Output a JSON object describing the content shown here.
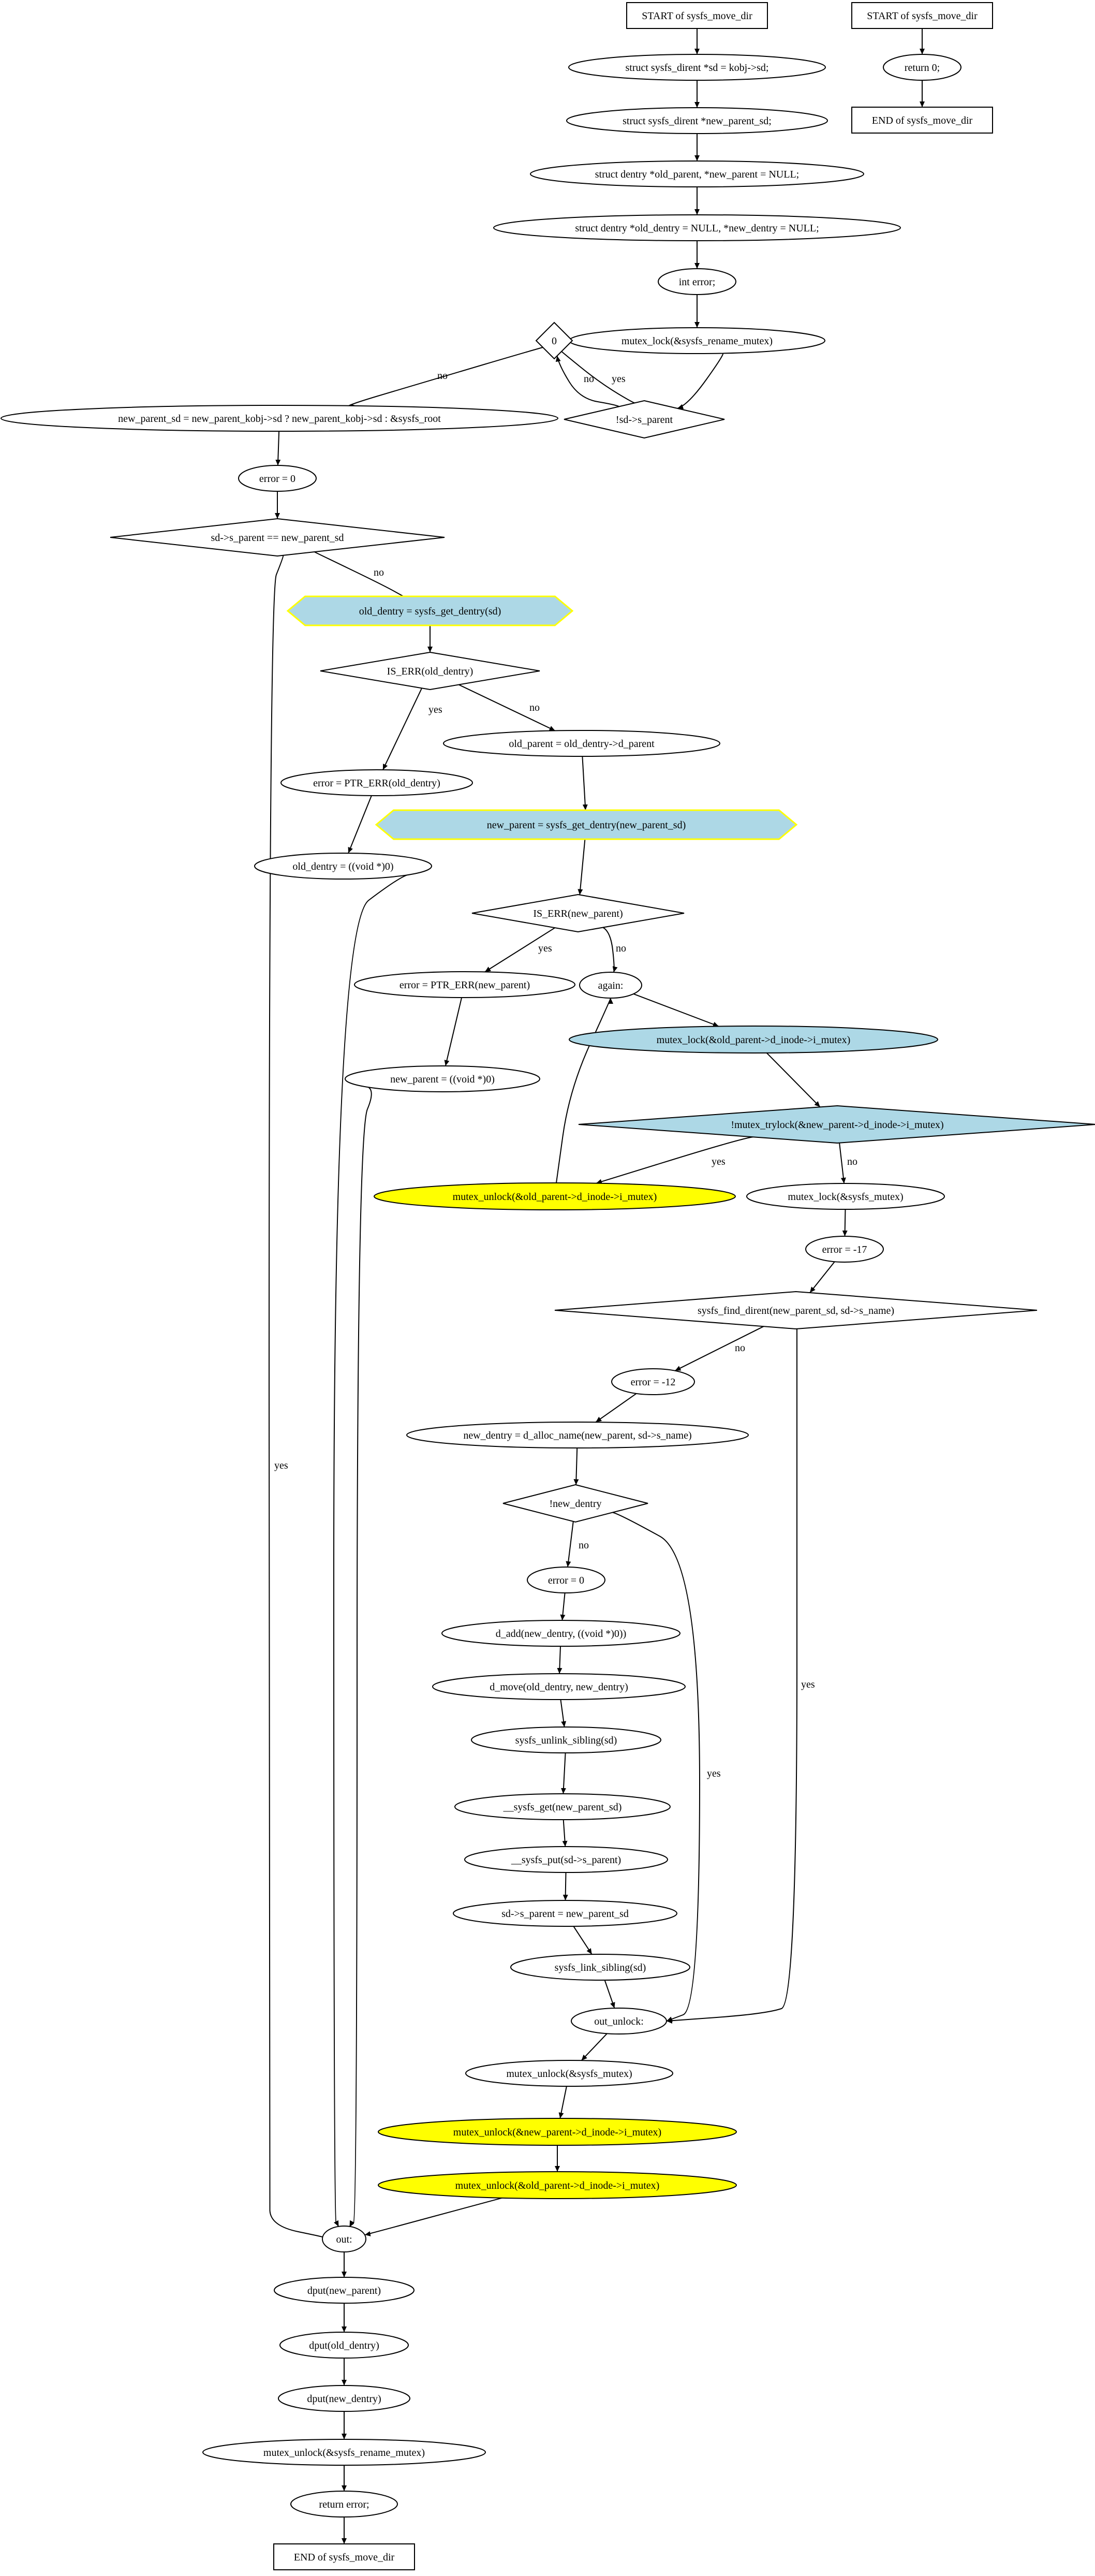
{
  "colors": {
    "plain_fill": "#ffffff",
    "blue_fill": "#add8e6",
    "yellow_fill": "#ffff00",
    "hexagon_outline": "#ffff00",
    "line": "#000000"
  },
  "nodes": [
    {
      "id": "start_main",
      "label": "START of sysfs_move_dir",
      "shape": "box",
      "fill": "white"
    },
    {
      "id": "start_alt",
      "label": "START of sysfs_move_dir",
      "shape": "box",
      "fill": "white"
    },
    {
      "id": "return0",
      "label": "return 0;",
      "shape": "ellipse",
      "fill": "white"
    },
    {
      "id": "end_alt",
      "label": "END of sysfs_move_dir",
      "shape": "box",
      "fill": "white"
    },
    {
      "id": "n_sd",
      "label": "struct sysfs_dirent *sd = kobj->sd;",
      "shape": "ellipse",
      "fill": "white"
    },
    {
      "id": "n_newparent_sd",
      "label": "struct sysfs_dirent *new_parent_sd;",
      "shape": "ellipse",
      "fill": "white"
    },
    {
      "id": "n_dentry_parent",
      "label": "struct dentry *old_parent, *new_parent = NULL;",
      "shape": "ellipse",
      "fill": "white"
    },
    {
      "id": "n_dentry_old",
      "label": "struct dentry *old_dentry = NULL, *new_dentry = NULL;",
      "shape": "ellipse",
      "fill": "white"
    },
    {
      "id": "n_interror",
      "label": "int error;",
      "shape": "ellipse",
      "fill": "white"
    },
    {
      "id": "n_mutex_rename",
      "label": "mutex_lock(&sysfs_rename_mutex)",
      "shape": "ellipse",
      "fill": "white"
    },
    {
      "id": "d_zero",
      "label": "0",
      "shape": "diamond",
      "fill": "white"
    },
    {
      "id": "d_sparent",
      "label": "!sd->s_parent",
      "shape": "diamond",
      "fill": "white"
    },
    {
      "id": "n_newparent_assign",
      "label": "new_parent_sd = new_parent_kobj->sd ? new_parent_kobj->sd : &sysfs_root",
      "shape": "ellipse",
      "fill": "white"
    },
    {
      "id": "n_error0a",
      "label": "error = 0",
      "shape": "ellipse",
      "fill": "white"
    },
    {
      "id": "d_same_parent",
      "label": "sd->s_parent == new_parent_sd",
      "shape": "diamond",
      "fill": "white"
    },
    {
      "id": "h_old_dentry",
      "label": "old_dentry = sysfs_get_dentry(sd)",
      "shape": "hexagon",
      "fill": "blue"
    },
    {
      "id": "d_iserr_old",
      "label": "IS_ERR(old_dentry)",
      "shape": "diamond",
      "fill": "white"
    },
    {
      "id": "n_old_parent",
      "label": "old_parent = old_dentry->d_parent",
      "shape": "ellipse",
      "fill": "white"
    },
    {
      "id": "n_ptrerr_old",
      "label": "error = PTR_ERR(old_dentry)",
      "shape": "ellipse",
      "fill": "white"
    },
    {
      "id": "h_new_parent",
      "label": "new_parent = sysfs_get_dentry(new_parent_sd)",
      "shape": "hexagon",
      "fill": "blue"
    },
    {
      "id": "n_old_void",
      "label": "old_dentry = ((void *)0)",
      "shape": "ellipse",
      "fill": "white"
    },
    {
      "id": "d_iserr_new",
      "label": "IS_ERR(new_parent)",
      "shape": "diamond",
      "fill": "white"
    },
    {
      "id": "n_ptrerr_new",
      "label": "error = PTR_ERR(new_parent)",
      "shape": "ellipse",
      "fill": "white"
    },
    {
      "id": "n_again",
      "label": "again:",
      "shape": "ellipse",
      "fill": "white"
    },
    {
      "id": "n_mutex_old",
      "label": "mutex_lock(&old_parent->d_inode->i_mutex)",
      "shape": "ellipse",
      "fill": "blue"
    },
    {
      "id": "n_new_void",
      "label": "new_parent = ((void *)0)",
      "shape": "ellipse",
      "fill": "white"
    },
    {
      "id": "d_trylock",
      "label": "!mutex_trylock(&new_parent->d_inode->i_mutex)",
      "shape": "diamond",
      "fill": "blue"
    },
    {
      "id": "n_unlock_old_a",
      "label": "mutex_unlock(&old_parent->d_inode->i_mutex)",
      "shape": "ellipse",
      "fill": "yellow"
    },
    {
      "id": "n_mutex_sysfs",
      "label": "mutex_lock(&sysfs_mutex)",
      "shape": "ellipse",
      "fill": "white"
    },
    {
      "id": "n_error17",
      "label": "error = -17",
      "shape": "ellipse",
      "fill": "white"
    },
    {
      "id": "d_find_dirent",
      "label": "sysfs_find_dirent(new_parent_sd, sd->s_name)",
      "shape": "diamond",
      "fill": "white"
    },
    {
      "id": "n_error12",
      "label": "error = -12",
      "shape": "ellipse",
      "fill": "white"
    },
    {
      "id": "n_d_alloc",
      "label": "new_dentry = d_alloc_name(new_parent, sd->s_name)",
      "shape": "ellipse",
      "fill": "white"
    },
    {
      "id": "d_new_dentry",
      "label": "!new_dentry",
      "shape": "diamond",
      "fill": "white"
    },
    {
      "id": "n_error0b",
      "label": "error = 0",
      "shape": "ellipse",
      "fill": "white"
    },
    {
      "id": "n_d_add",
      "label": "d_add(new_dentry, ((void *)0))",
      "shape": "ellipse",
      "fill": "white"
    },
    {
      "id": "n_d_move",
      "label": "d_move(old_dentry, new_dentry)",
      "shape": "ellipse",
      "fill": "white"
    },
    {
      "id": "n_unlink_sibling",
      "label": "sysfs_unlink_sibling(sd)",
      "shape": "ellipse",
      "fill": "white"
    },
    {
      "id": "n_sysfs_get",
      "label": "__sysfs_get(new_parent_sd)",
      "shape": "ellipse",
      "fill": "white"
    },
    {
      "id": "n_sysfs_put",
      "label": "__sysfs_put(sd->s_parent)",
      "shape": "ellipse",
      "fill": "white"
    },
    {
      "id": "n_assign_parent",
      "label": "sd->s_parent = new_parent_sd",
      "shape": "ellipse",
      "fill": "white"
    },
    {
      "id": "n_link_sibling",
      "label": "sysfs_link_sibling(sd)",
      "shape": "ellipse",
      "fill": "white"
    },
    {
      "id": "n_out_unlock",
      "label": "out_unlock:",
      "shape": "ellipse",
      "fill": "white"
    },
    {
      "id": "n_unlock_sysfs",
      "label": "mutex_unlock(&sysfs_mutex)",
      "shape": "ellipse",
      "fill": "white"
    },
    {
      "id": "n_unlock_new",
      "label": "mutex_unlock(&new_parent->d_inode->i_mutex)",
      "shape": "ellipse",
      "fill": "yellow"
    },
    {
      "id": "n_unlock_old_b",
      "label": "mutex_unlock(&old_parent->d_inode->i_mutex)",
      "shape": "ellipse",
      "fill": "yellow"
    },
    {
      "id": "n_out",
      "label": "out:",
      "shape": "ellipse",
      "fill": "white"
    },
    {
      "id": "n_dput_newparent",
      "label": "dput(new_parent)",
      "shape": "ellipse",
      "fill": "white"
    },
    {
      "id": "n_dput_old",
      "label": "dput(old_dentry)",
      "shape": "ellipse",
      "fill": "white"
    },
    {
      "id": "n_dput_new",
      "label": "dput(new_dentry)",
      "shape": "ellipse",
      "fill": "white"
    },
    {
      "id": "n_unlock_rename",
      "label": "mutex_unlock(&sysfs_rename_mutex)",
      "shape": "ellipse",
      "fill": "white"
    },
    {
      "id": "n_return_error",
      "label": "return error;",
      "shape": "ellipse",
      "fill": "white"
    },
    {
      "id": "end_main",
      "label": "END of sysfs_move_dir",
      "shape": "box",
      "fill": "white"
    }
  ],
  "edges": [
    {
      "from": "start_main",
      "to": "n_sd",
      "label": ""
    },
    {
      "from": "start_alt",
      "to": "return0",
      "label": ""
    },
    {
      "from": "return0",
      "to": "end_alt",
      "label": ""
    },
    {
      "from": "n_sd",
      "to": "n_newparent_sd",
      "label": ""
    },
    {
      "from": "n_newparent_sd",
      "to": "n_dentry_parent",
      "label": ""
    },
    {
      "from": "n_dentry_parent",
      "to": "n_dentry_old",
      "label": ""
    },
    {
      "from": "n_dentry_old",
      "to": "n_interror",
      "label": ""
    },
    {
      "from": "n_interror",
      "to": "n_mutex_rename",
      "label": ""
    },
    {
      "from": "n_mutex_rename",
      "to": "d_sparent",
      "label": ""
    },
    {
      "from": "d_zero",
      "to": "d_sparent",
      "label": "yes"
    },
    {
      "from": "d_sparent",
      "to": "d_zero",
      "label": "no"
    },
    {
      "from": "d_zero",
      "to": "n_newparent_assign",
      "label": "no"
    },
    {
      "from": "n_newparent_assign",
      "to": "n_error0a",
      "label": ""
    },
    {
      "from": "n_error0a",
      "to": "d_same_parent",
      "label": ""
    },
    {
      "from": "d_same_parent",
      "to": "h_old_dentry",
      "label": "no"
    },
    {
      "from": "d_same_parent",
      "to": "n_out",
      "label": "yes"
    },
    {
      "from": "h_old_dentry",
      "to": "d_iserr_old",
      "label": ""
    },
    {
      "from": "d_iserr_old",
      "to": "n_ptrerr_old",
      "label": "yes"
    },
    {
      "from": "d_iserr_old",
      "to": "n_old_parent",
      "label": "no"
    },
    {
      "from": "n_old_parent",
      "to": "h_new_parent",
      "label": ""
    },
    {
      "from": "n_ptrerr_old",
      "to": "n_old_void",
      "label": ""
    },
    {
      "from": "n_old_void",
      "to": "n_out",
      "label": ""
    },
    {
      "from": "h_new_parent",
      "to": "d_iserr_new",
      "label": ""
    },
    {
      "from": "d_iserr_new",
      "to": "n_ptrerr_new",
      "label": "yes"
    },
    {
      "from": "d_iserr_new",
      "to": "n_again",
      "label": "no"
    },
    {
      "from": "n_ptrerr_new",
      "to": "n_new_void",
      "label": ""
    },
    {
      "from": "n_new_void",
      "to": "n_out",
      "label": ""
    },
    {
      "from": "n_again",
      "to": "n_mutex_old",
      "label": ""
    },
    {
      "from": "n_mutex_old",
      "to": "d_trylock",
      "label": ""
    },
    {
      "from": "d_trylock",
      "to": "n_unlock_old_a",
      "label": "yes"
    },
    {
      "from": "d_trylock",
      "to": "n_mutex_sysfs",
      "label": "no"
    },
    {
      "from": "n_unlock_old_a",
      "to": "n_again",
      "label": ""
    },
    {
      "from": "n_mutex_sysfs",
      "to": "n_error17",
      "label": ""
    },
    {
      "from": "n_error17",
      "to": "d_find_dirent",
      "label": ""
    },
    {
      "from": "d_find_dirent",
      "to": "n_error12",
      "label": "no"
    },
    {
      "from": "d_find_dirent",
      "to": "n_out_unlock",
      "label": "yes"
    },
    {
      "from": "n_error12",
      "to": "n_d_alloc",
      "label": ""
    },
    {
      "from": "n_d_alloc",
      "to": "d_new_dentry",
      "label": ""
    },
    {
      "from": "d_new_dentry",
      "to": "n_error0b",
      "label": "no"
    },
    {
      "from": "d_new_dentry",
      "to": "n_out_unlock",
      "label": "yes"
    },
    {
      "from": "n_error0b",
      "to": "n_d_add",
      "label": ""
    },
    {
      "from": "n_d_add",
      "to": "n_d_move",
      "label": ""
    },
    {
      "from": "n_d_move",
      "to": "n_unlink_sibling",
      "label": ""
    },
    {
      "from": "n_unlink_sibling",
      "to": "n_sysfs_get",
      "label": ""
    },
    {
      "from": "n_sysfs_get",
      "to": "n_sysfs_put",
      "label": ""
    },
    {
      "from": "n_sysfs_put",
      "to": "n_assign_parent",
      "label": ""
    },
    {
      "from": "n_assign_parent",
      "to": "n_link_sibling",
      "label": ""
    },
    {
      "from": "n_link_sibling",
      "to": "n_out_unlock",
      "label": ""
    },
    {
      "from": "n_out_unlock",
      "to": "n_unlock_sysfs",
      "label": ""
    },
    {
      "from": "n_unlock_sysfs",
      "to": "n_unlock_new",
      "label": ""
    },
    {
      "from": "n_unlock_new",
      "to": "n_unlock_old_b",
      "label": ""
    },
    {
      "from": "n_unlock_old_b",
      "to": "n_out",
      "label": ""
    },
    {
      "from": "n_out",
      "to": "n_dput_newparent",
      "label": ""
    },
    {
      "from": "n_dput_newparent",
      "to": "n_dput_old",
      "label": ""
    },
    {
      "from": "n_dput_old",
      "to": "n_dput_new",
      "label": ""
    },
    {
      "from": "n_dput_new",
      "to": "n_unlock_rename",
      "label": ""
    },
    {
      "from": "n_unlock_rename",
      "to": "n_return_error",
      "label": ""
    },
    {
      "from": "n_return_error",
      "to": "end_main",
      "label": ""
    }
  ]
}
